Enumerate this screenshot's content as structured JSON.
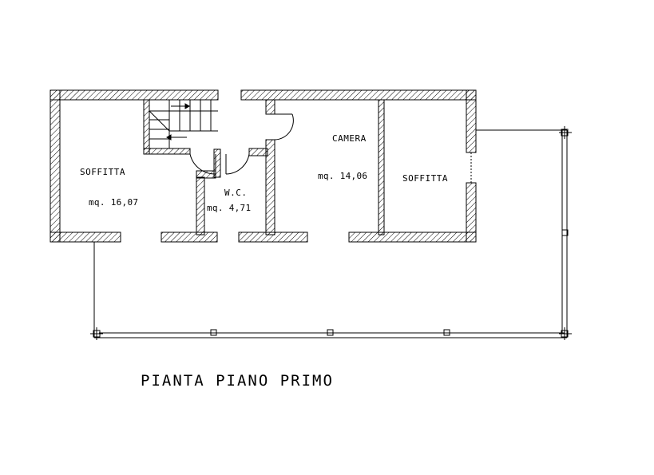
{
  "rooms": [
    {
      "name": "SOFFITTA",
      "area": "mq. 16,07"
    },
    {
      "name": "W.C.",
      "area": "mq. 4,71"
    },
    {
      "name": "CAMERA",
      "area": "mq. 14,06"
    },
    {
      "name": "SOFFITTA",
      "area": ""
    }
  ],
  "title": "PIANTA PIANO PRIMO",
  "colors": {
    "ink": "#000000",
    "paper": "#ffffff"
  }
}
